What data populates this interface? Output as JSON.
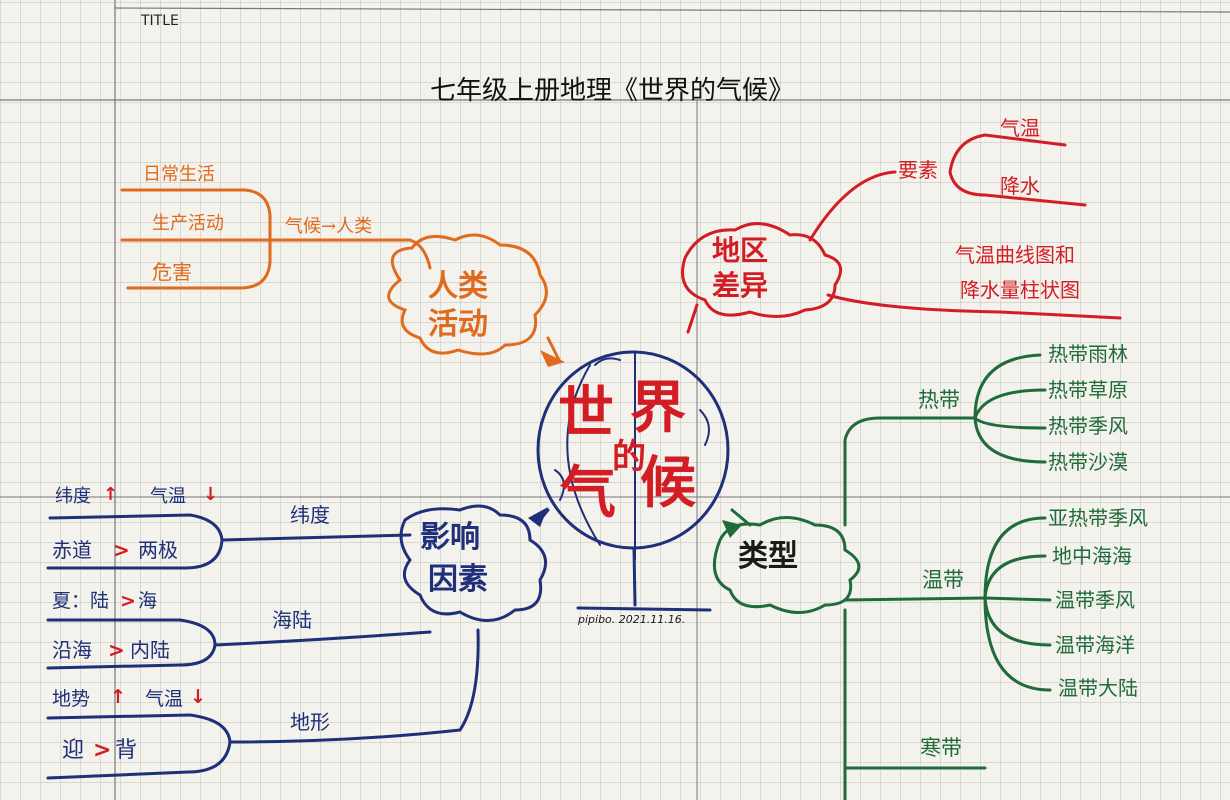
{
  "header": {
    "title_label": "TITLE",
    "title": "七年级上册地理《世界的气候》"
  },
  "center": {
    "chars": [
      "世",
      "界",
      "的",
      "气",
      "候"
    ],
    "signature": "pipibo. 2021.11.16."
  },
  "human": {
    "node": [
      "人类",
      "活动"
    ],
    "items": [
      "日常生活",
      "生产活动",
      "危害"
    ],
    "relation": "气候→人类"
  },
  "region": {
    "node": [
      "地区",
      "差异"
    ],
    "factor": "要素",
    "factors": [
      "气温",
      "降水"
    ],
    "chart": [
      "气温曲线图和",
      "降水量柱状图"
    ]
  },
  "influence": {
    "node": [
      "影响",
      "因素"
    ],
    "branches": [
      {
        "label": "纬度",
        "a": [
          "纬度",
          "气温"
        ],
        "b": [
          "赤道",
          "两极"
        ]
      },
      {
        "label": "海陆",
        "a": [
          "夏：陆",
          "海"
        ],
        "b": [
          "沿海",
          "内陆"
        ]
      },
      {
        "label": "地形",
        "a": [
          "地势",
          "气温"
        ],
        "b": [
          "迎",
          "背"
        ]
      }
    ]
  },
  "types": {
    "node": "类型",
    "groups": [
      {
        "label": "热带",
        "items": [
          "热带雨林",
          "热带草原",
          "热带季风",
          "热带沙漠"
        ]
      },
      {
        "label": "温带",
        "items": [
          "亚热带季风",
          "地中海海",
          "温带季风",
          "温带海洋",
          "温带大陆"
        ]
      },
      {
        "label": "寒带",
        "items": []
      }
    ]
  },
  "colors": {
    "orange": "#e06a1e",
    "red": "#d31d24",
    "blue": "#1f2f7a",
    "green": "#1f6b3a",
    "paper": "#f3f2ec"
  }
}
